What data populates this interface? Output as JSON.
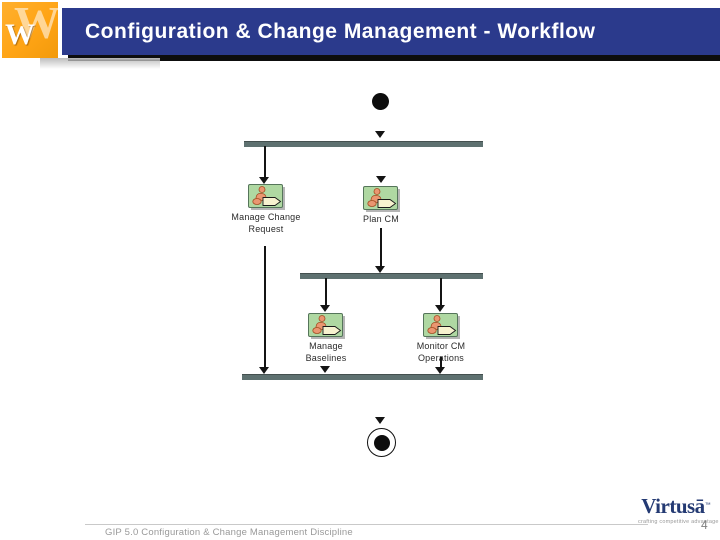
{
  "header": {
    "title": "Configuration & Change Management - Workflow",
    "logo_monogram": "W",
    "colors": {
      "bar": "#2B3A8C",
      "logo_bg": "#FFA415",
      "title_text": "#FFFFFF"
    }
  },
  "diagram": {
    "kind": "activity-workflow",
    "start_node": "start",
    "end_node": "end",
    "activities": [
      {
        "label": "Manage Change Request"
      },
      {
        "label": "Plan CM"
      },
      {
        "label": "Manage Baselines"
      },
      {
        "label": "Monitor CM Operations"
      }
    ],
    "icon_name": "worker-activity-icon",
    "colors": {
      "sync_bar": "#5E7170",
      "connector": "#141414",
      "icon_fill": "#AFD8A2",
      "icon_border": "#55755A",
      "figure_fill": "#EA9671",
      "figure_outline": "#A34E22",
      "arrow_shape_fill": "#F7F2CF"
    }
  },
  "footer": {
    "left_text": "GIP 5.0 Configuration & Change Management Discipline",
    "page_number": "4",
    "brand": {
      "name": "Virtusā",
      "tm": "™",
      "tagline": "crafting competitive advantage"
    }
  }
}
